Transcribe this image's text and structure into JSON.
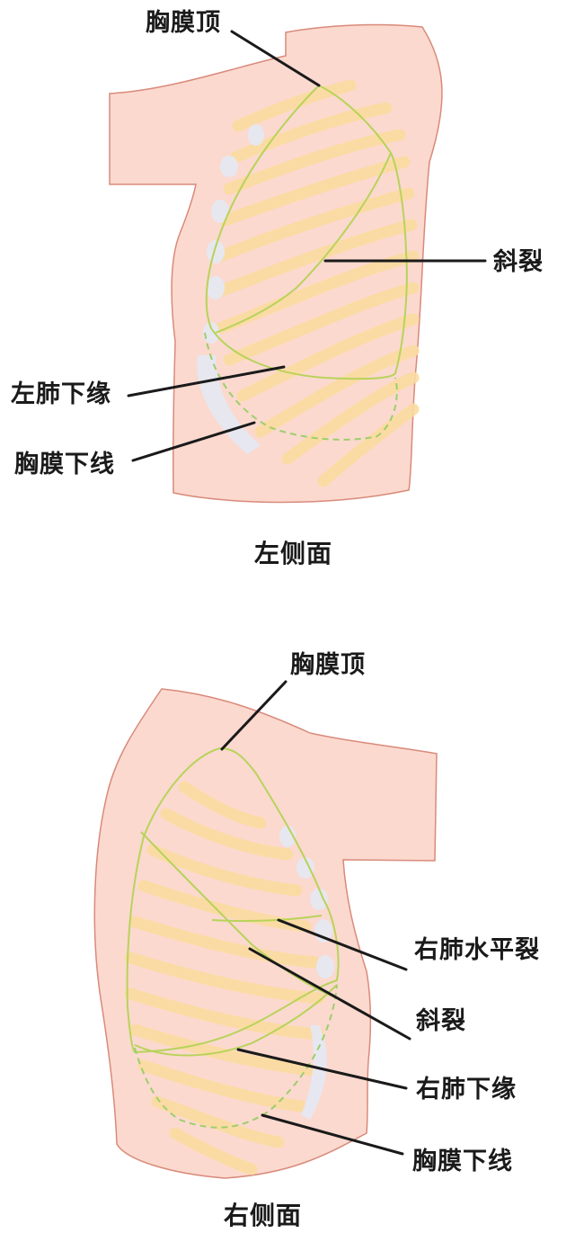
{
  "colors": {
    "skin_fill": "#fbd9cf",
    "skin_outline": "#d98a7a",
    "rib": "#fbdca0",
    "cartilage": "#e6e8f2",
    "lung_line": "#b8d35a",
    "pleura_dashed": "#9ccf6a",
    "leader_line": "#1a1a1a",
    "background": "#ffffff"
  },
  "left_view": {
    "caption": "左侧面",
    "labels": {
      "pleural_apex": "胸膜顶",
      "oblique_fissure": "斜裂",
      "left_lung_lower_border": "左肺下缘",
      "pleural_lower_line": "胸膜下线"
    }
  },
  "right_view": {
    "caption": "右侧面",
    "labels": {
      "pleural_apex": "胸膜顶",
      "horizontal_fissure": "右肺水平裂",
      "oblique_fissure": "斜裂",
      "right_lung_lower_border": "右肺下缘",
      "pleural_lower_line": "胸膜下线"
    }
  }
}
